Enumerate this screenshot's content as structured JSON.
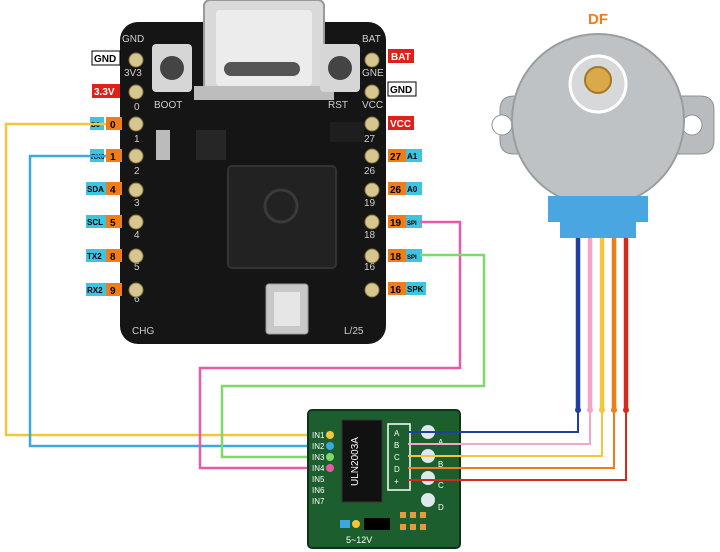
{
  "motor": {
    "label": "DF"
  },
  "board": {
    "silk_top_left": "GND",
    "silk_3v3": "3V3",
    "silk_bat": "BAT",
    "silk_gnd_right": "GNE",
    "silk_boot": "BOOT",
    "silk_rst": "RST",
    "silk_vcc": "VCC",
    "silk_chg": "CHG",
    "silk_l25": "L/25",
    "left_numbers": [
      "0",
      "1",
      "2",
      "3",
      "4",
      "5",
      "6"
    ],
    "right_numbers": [
      "27",
      "26",
      "19",
      "18",
      "16"
    ]
  },
  "left_labels": [
    {
      "tag": "GND",
      "tag_color": "#ffffff",
      "tag_text": "#000000"
    },
    {
      "tag": "3.3V",
      "tag_color": "#e0201b",
      "tag_text": "#ffffff"
    },
    {
      "tag": "D0",
      "tag_color": "#3fc4e0",
      "tag_text": "#000000",
      "num": "0",
      "num_color": "#f07c1a"
    },
    {
      "tag": "RX0",
      "tag_color": "#3fc4e0",
      "tag_text": "#000000",
      "num": "1",
      "num_color": "#f07c1a"
    },
    {
      "tag": "SDA",
      "tag_color": "#3fc4e0",
      "tag_text": "#000000",
      "num": "4",
      "num_color": "#f07c1a"
    },
    {
      "tag": "SCL",
      "tag_color": "#3fc4e0",
      "tag_text": "#000000",
      "num": "5",
      "num_color": "#f07c1a"
    },
    {
      "tag": "TX2",
      "tag_color": "#3fc4e0",
      "tag_text": "#000000",
      "num": "8",
      "num_color": "#f07c1a"
    },
    {
      "tag": "RX2",
      "tag_color": "#3fc4e0",
      "tag_text": "#000000",
      "num": "9",
      "num_color": "#f07c1a"
    }
  ],
  "right_labels": [
    {
      "tag": "BAT",
      "tag_color": "#e0201b",
      "tag_text": "#ffffff"
    },
    {
      "tag": "GND",
      "tag_color": "#ffffff",
      "tag_text": "#000000"
    },
    {
      "tag": "VCC",
      "tag_color": "#e0201b",
      "tag_text": "#ffffff"
    },
    {
      "num": "27",
      "num_color": "#f07c1a",
      "tag": "A1",
      "tag_color": "#3fc4e0",
      "tag_text": "#000000"
    },
    {
      "num": "26",
      "num_color": "#f07c1a",
      "tag": "A0",
      "tag_color": "#3fc4e0",
      "tag_text": "#000000"
    },
    {
      "num": "19",
      "num_color": "#f07c1a",
      "tag": "SPI",
      "tag_color": "#3fc4e0",
      "tag_text": "#000000"
    },
    {
      "num": "18",
      "num_color": "#f07c1a",
      "tag": "SPI",
      "tag_color": "#3fc4e0",
      "tag_text": "#000000"
    },
    {
      "num": "16",
      "num_color": "#f07c1a",
      "tag": "SPK",
      "tag_color": "#3fc4e0",
      "tag_text": "#000000"
    }
  ],
  "driver": {
    "chip": "ULN2003A",
    "inputs": [
      "IN1",
      "IN2",
      "IN3",
      "IN4",
      "IN5",
      "IN6",
      "IN7"
    ],
    "coil_letters": [
      "A",
      "B",
      "C",
      "D",
      "+"
    ],
    "out_letters": [
      "A",
      "B",
      "C",
      "D"
    ],
    "voltage": "5~12V"
  },
  "wire_colors": {
    "yellow": "#f5c53b",
    "blue": "#3aa9e0",
    "pink": "#e65aa8",
    "green": "#7fd86b",
    "motor_blue": "#1f3f9e",
    "motor_pink": "#f2a6c8",
    "motor_yellow": "#f5c53b",
    "motor_orange": "#f07c1a",
    "motor_red": "#d42a1e"
  }
}
